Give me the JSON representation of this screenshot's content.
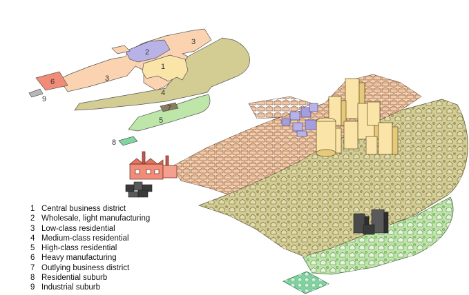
{
  "colors": {
    "cbd": "#fbe4a8",
    "wholesale": "#b8b2e6",
    "low_class": "#fbd3b0",
    "medium_class": "#d3cc93",
    "high_class": "#bde6a8",
    "heavy_mfg": "#f08c78",
    "outlying_bd": "#8a7d5e",
    "residential_suburb": "#7fd5a0",
    "industrial_suburb": "#9a9a9a",
    "outline": "#555555"
  },
  "zone_labels": {
    "z1": "1",
    "z2": "2",
    "z3a": "3",
    "z3b": "3",
    "z4": "4",
    "z5": "5",
    "z6": "6",
    "z7": "7",
    "z8": "8",
    "z9": "9"
  },
  "legend": [
    {
      "num": "1",
      "label": "Central business district"
    },
    {
      "num": "2",
      "label": "Wholesale, light manufacturing"
    },
    {
      "num": "3",
      "label": "Low-class residential"
    },
    {
      "num": "4",
      "label": "Medium-class residential"
    },
    {
      "num": "5",
      "label": "High-class residential"
    },
    {
      "num": "6",
      "label": "Heavy manufacturing"
    },
    {
      "num": "7",
      "label": "Outlying business district"
    },
    {
      "num": "8",
      "label": "Residential suburb"
    },
    {
      "num": "9",
      "label": "Industrial suburb"
    }
  ]
}
